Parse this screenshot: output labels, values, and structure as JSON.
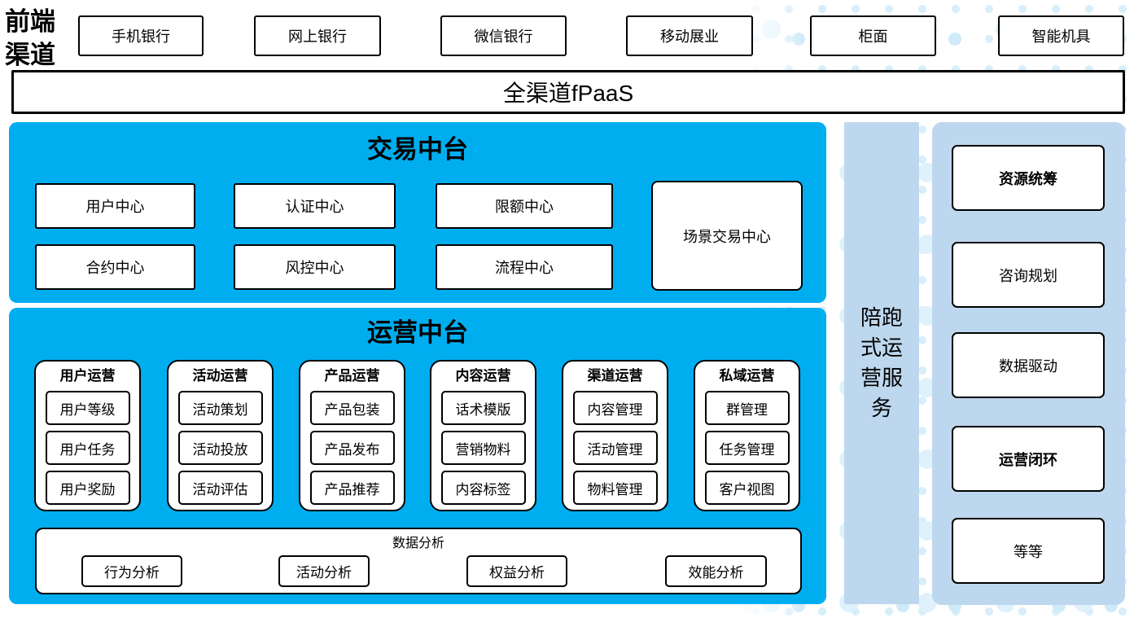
{
  "colors": {
    "section_blue": "#00AEEF",
    "light_blue": "#BDD7EE",
    "dot_blue": "#DFF2FB",
    "box_border": "#000000",
    "box_bg": "#FFFFFF"
  },
  "front_channels": {
    "label": "前端渠道",
    "items": [
      "手机银行",
      "网上银行",
      "微信银行",
      "移动展业",
      "柜面",
      "智能机具"
    ]
  },
  "fpaas_bar": {
    "label": "全渠道fPaaS"
  },
  "transaction_platform": {
    "title": "交易中台",
    "grid_items": [
      "用户中心",
      "认证中心",
      "限额中心",
      "合约中心",
      "风控中心",
      "流程中心"
    ],
    "tall_item": "场景交易中心"
  },
  "operation_platform": {
    "title": "运营中台",
    "columns": [
      {
        "header": "用户运营",
        "items": [
          "用户等级",
          "用户任务",
          "用户奖励"
        ]
      },
      {
        "header": "活动运营",
        "items": [
          "活动策划",
          "活动投放",
          "活动评估"
        ]
      },
      {
        "header": "产品运营",
        "items": [
          "产品包装",
          "产品发布",
          "产品推荐"
        ]
      },
      {
        "header": "内容运营",
        "items": [
          "话术模版",
          "营销物料",
          "内容标签"
        ]
      },
      {
        "header": "渠道运营",
        "items": [
          "内容管理",
          "活动管理",
          "物料管理"
        ]
      },
      {
        "header": "私域运营",
        "items": [
          "群管理",
          "任务管理",
          "客户视图"
        ]
      }
    ],
    "data_analysis": {
      "title": "数据分析",
      "items": [
        "行为分析",
        "活动分析",
        "权益分析",
        "效能分析"
      ]
    }
  },
  "companion_bar": {
    "label": "陪跑式运营服务"
  },
  "service_column": {
    "items": [
      {
        "label": "资源统筹",
        "bold": true
      },
      {
        "label": "咨询规划",
        "bold": false
      },
      {
        "label": "数据驱动",
        "bold": false
      },
      {
        "label": "运营闭环",
        "bold": true
      },
      {
        "label": "等等",
        "bold": false
      }
    ]
  }
}
